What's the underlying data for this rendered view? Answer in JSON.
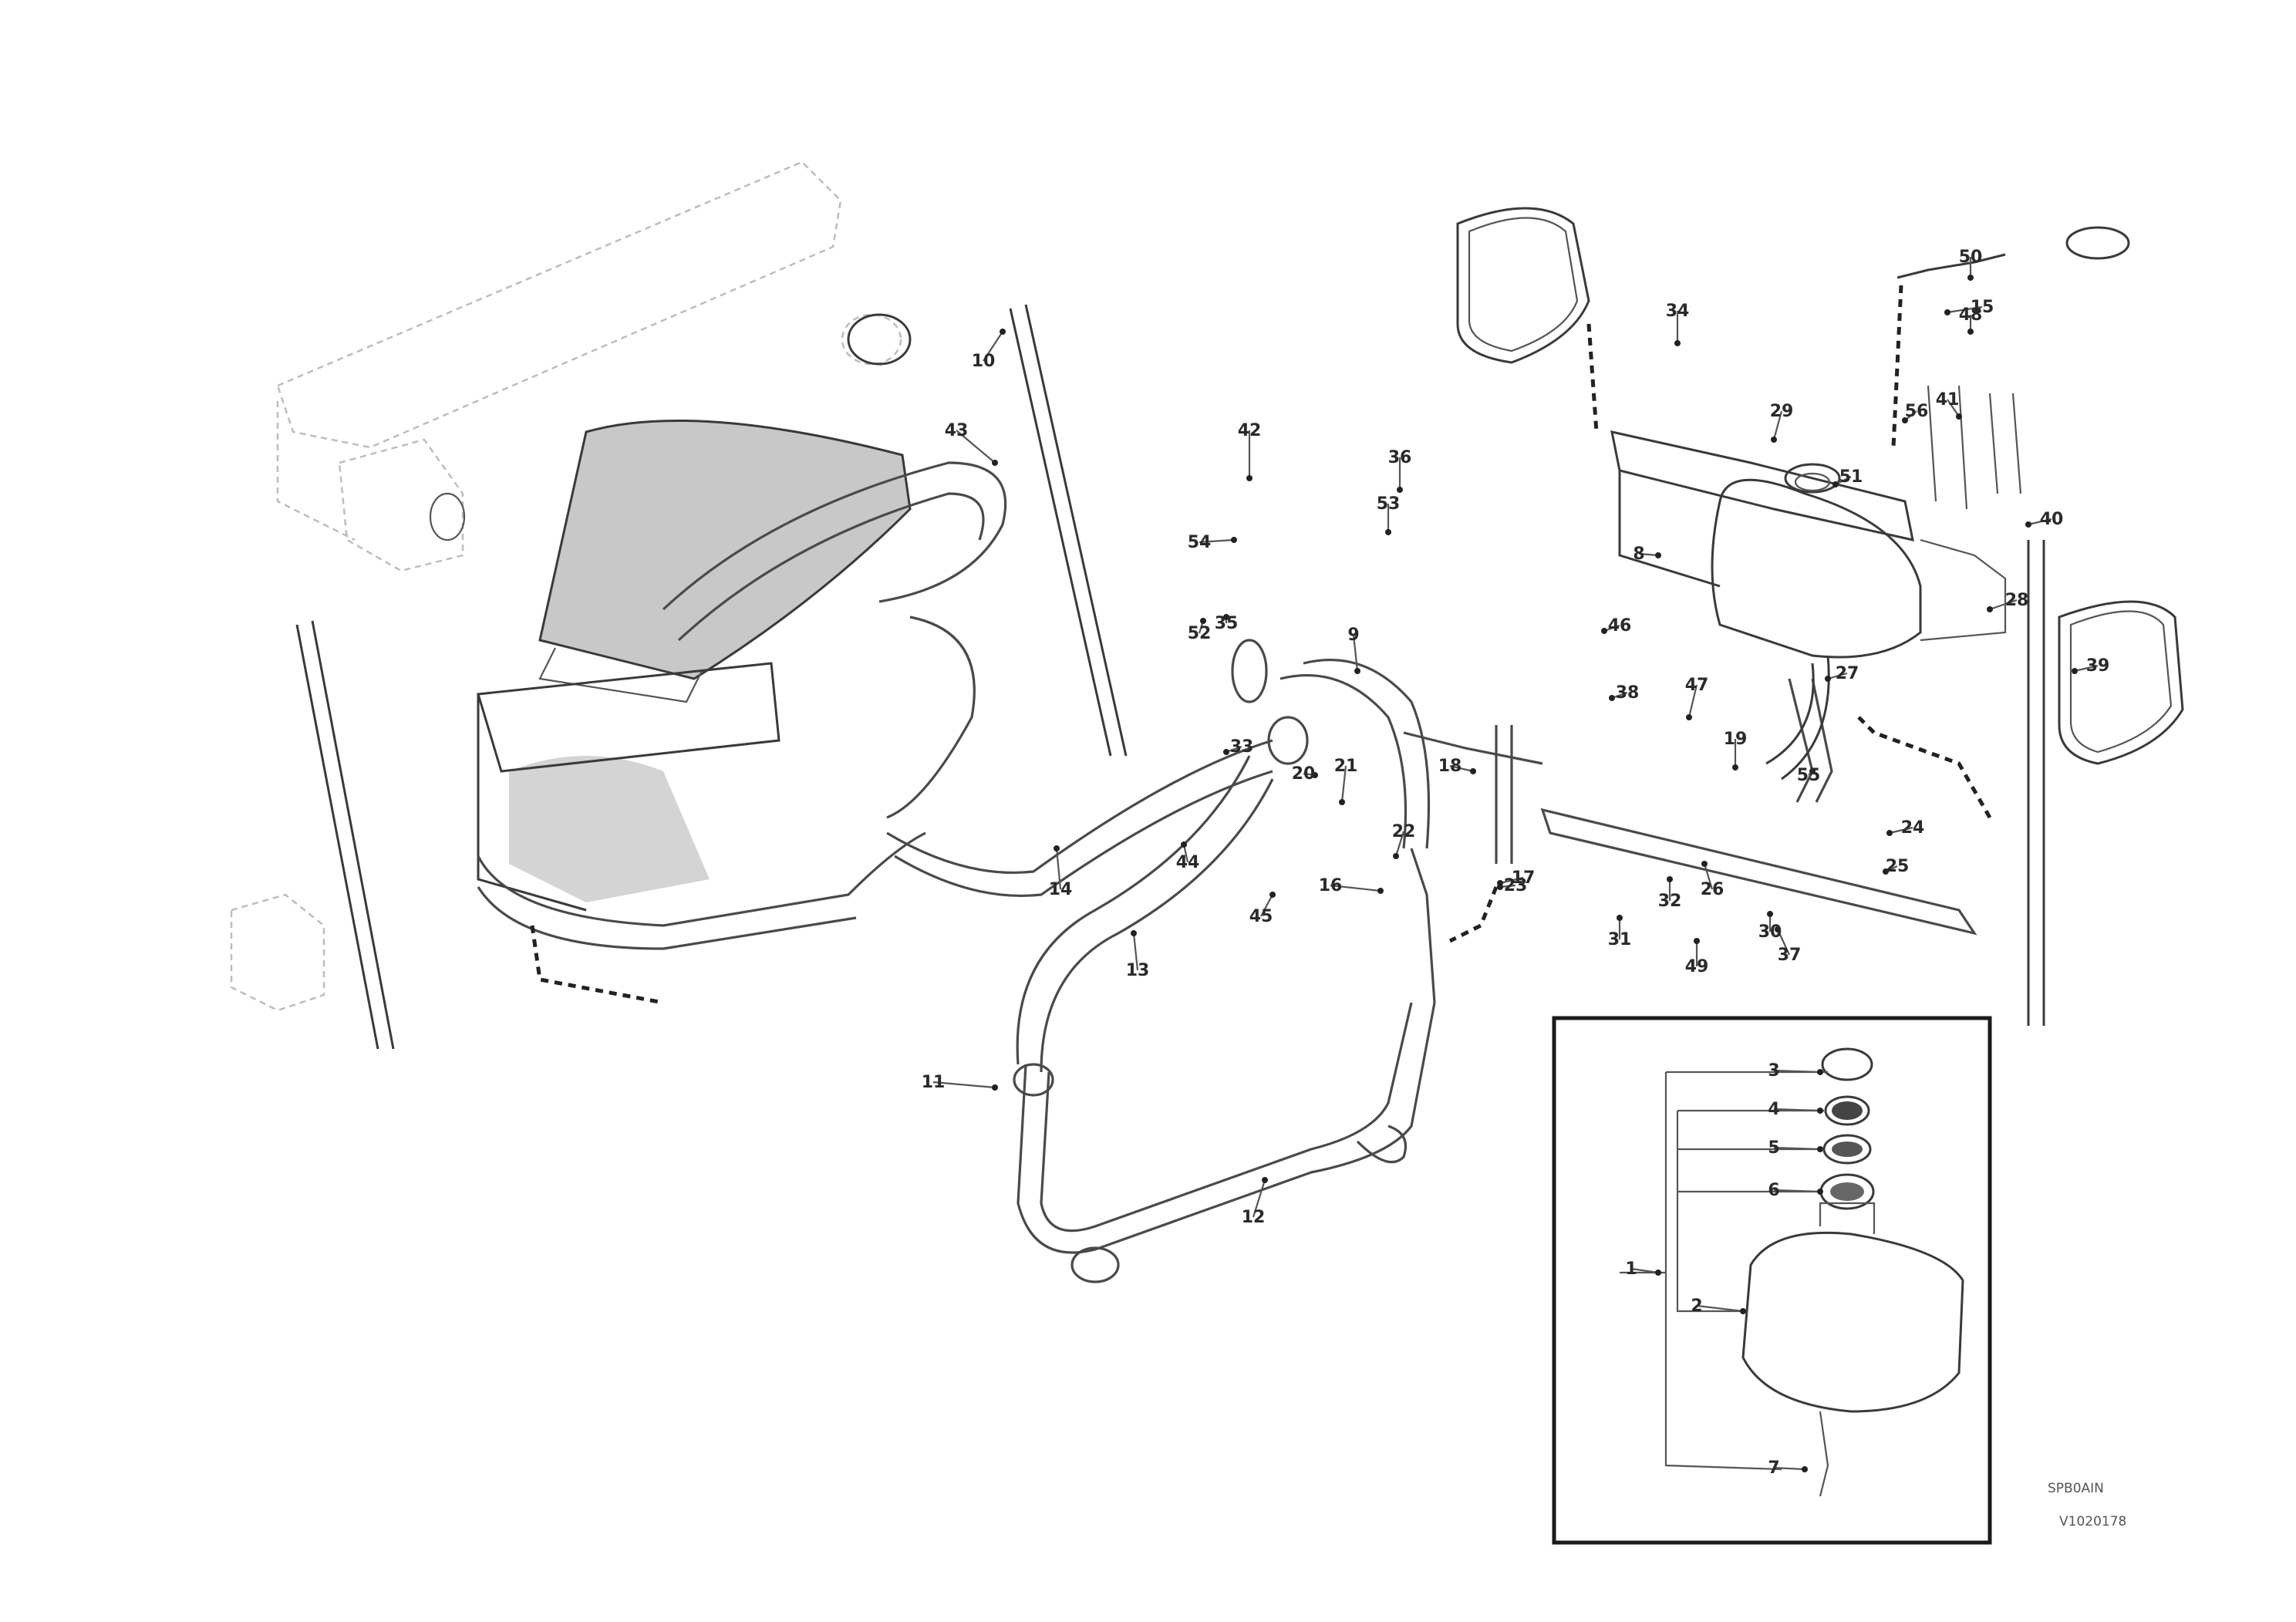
{
  "diagram": {
    "labels": [
      {
        "id": "c1",
        "text": "1"
      },
      {
        "id": "c2",
        "text": "2"
      },
      {
        "id": "c3",
        "text": "3"
      },
      {
        "id": "c4",
        "text": "4"
      },
      {
        "id": "c5",
        "text": "5"
      },
      {
        "id": "c6",
        "text": "6"
      },
      {
        "id": "c7",
        "text": "7"
      },
      {
        "id": "c8",
        "text": "8"
      },
      {
        "id": "c9",
        "text": "9"
      },
      {
        "id": "c10",
        "text": "10"
      },
      {
        "id": "c11",
        "text": "11"
      },
      {
        "id": "c12",
        "text": "12"
      },
      {
        "id": "c13",
        "text": "13"
      },
      {
        "id": "c14",
        "text": "14"
      },
      {
        "id": "c15",
        "text": "15"
      },
      {
        "id": "c16",
        "text": "16"
      },
      {
        "id": "c17",
        "text": "17"
      },
      {
        "id": "c18",
        "text": "18"
      },
      {
        "id": "c19",
        "text": "19"
      },
      {
        "id": "c20",
        "text": "20"
      },
      {
        "id": "c21",
        "text": "21"
      },
      {
        "id": "c22",
        "text": "22"
      },
      {
        "id": "c23",
        "text": "23"
      },
      {
        "id": "c24",
        "text": "24"
      },
      {
        "id": "c25",
        "text": "25"
      },
      {
        "id": "c26",
        "text": "26"
      },
      {
        "id": "c27",
        "text": "27"
      },
      {
        "id": "c28",
        "text": "28"
      },
      {
        "id": "c29",
        "text": "29"
      },
      {
        "id": "c30",
        "text": "30"
      },
      {
        "id": "c31",
        "text": "31"
      },
      {
        "id": "c32",
        "text": "32"
      },
      {
        "id": "c33",
        "text": "33"
      },
      {
        "id": "c34",
        "text": "34"
      },
      {
        "id": "c35",
        "text": "35"
      },
      {
        "id": "c36",
        "text": "36"
      },
      {
        "id": "c37",
        "text": "37"
      },
      {
        "id": "c38",
        "text": "38"
      },
      {
        "id": "c39",
        "text": "39"
      },
      {
        "id": "c40",
        "text": "40"
      },
      {
        "id": "c41",
        "text": "41"
      },
      {
        "id": "c42",
        "text": "42"
      },
      {
        "id": "c43",
        "text": "43"
      },
      {
        "id": "c44",
        "text": "44"
      },
      {
        "id": "c45",
        "text": "45"
      },
      {
        "id": "c46",
        "text": "46"
      },
      {
        "id": "c47",
        "text": "47"
      },
      {
        "id": "c48",
        "text": "48"
      },
      {
        "id": "c49",
        "text": "49"
      },
      {
        "id": "c50",
        "text": "50"
      },
      {
        "id": "c51",
        "text": "51"
      },
      {
        "id": "c52",
        "text": "52"
      },
      {
        "id": "c53",
        "text": "53"
      },
      {
        "id": "c54",
        "text": "54"
      },
      {
        "id": "c55",
        "text": "55"
      },
      {
        "id": "c56",
        "text": "56"
      }
    ],
    "drawing_code": "V1020178",
    "drawing_subcode": "SPB0AIN"
  }
}
